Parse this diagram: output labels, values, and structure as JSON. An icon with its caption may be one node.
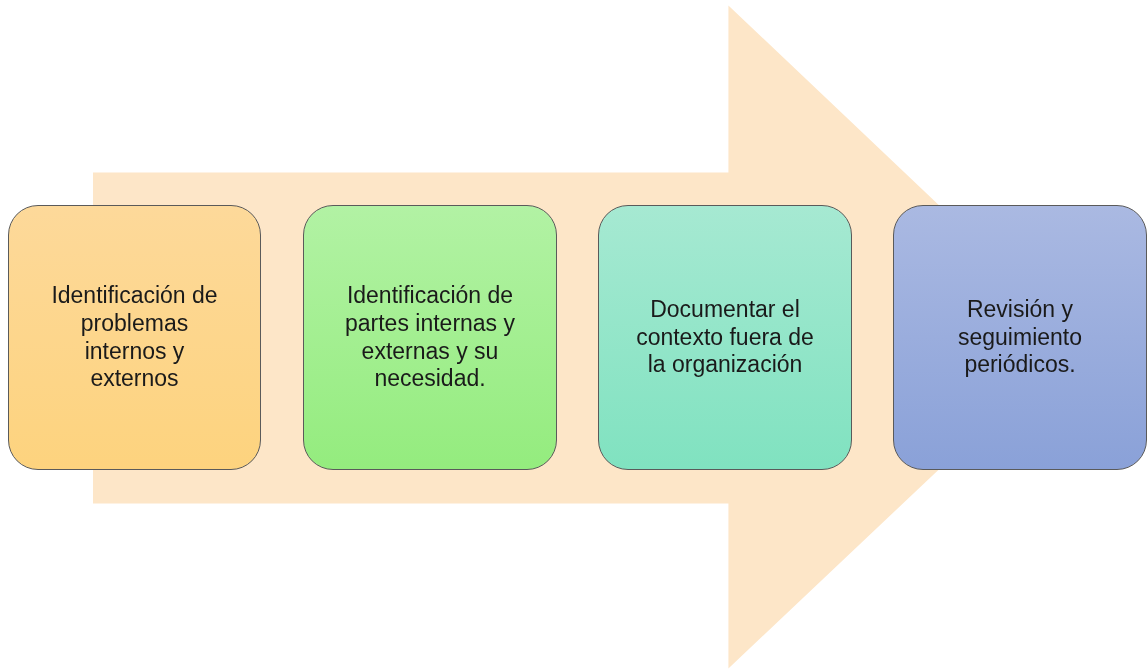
{
  "diagram": {
    "nodes": [
      {
        "text": [
          "Identificación de problemas internos y externos"
        ]
      },
      {
        "text": [
          "Identificación de partes internas y externas y su necesidad."
        ]
      },
      {
        "text": [
          "Documentar el contexto fuera de la organización"
        ]
      },
      {
        "text": [
          "Revisión y seguimiento periódicos."
        ]
      }
    ],
    "edges": [
      {
        "from": 0,
        "to": 3,
        "arrow": "to"
      }
    ]
  }
}
